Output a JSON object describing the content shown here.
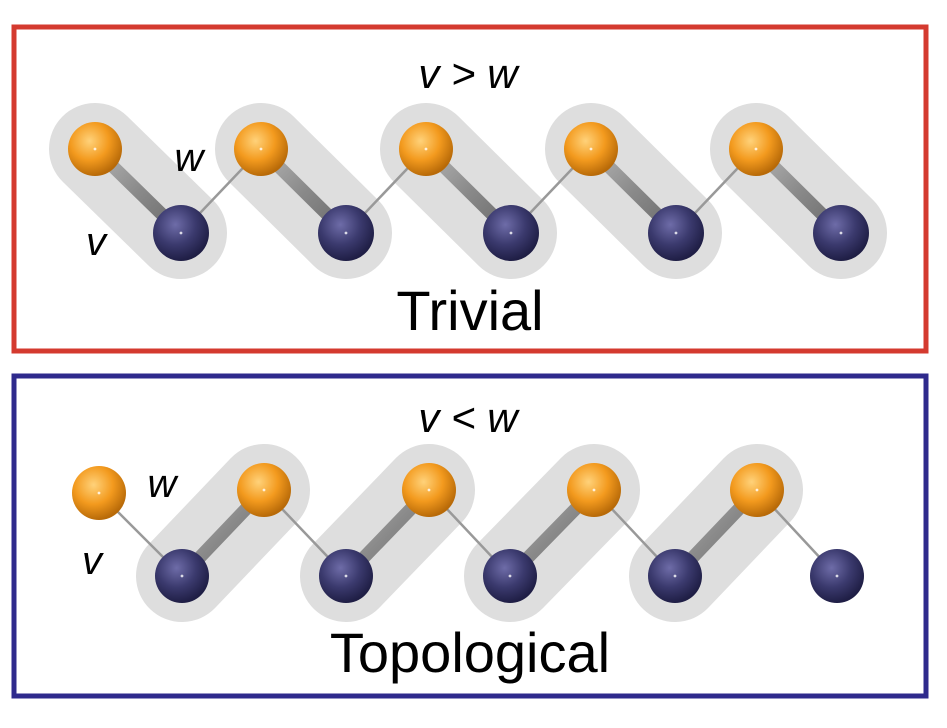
{
  "colors": {
    "trivial_frame": "#d43a2f",
    "topological_frame": "#2e2a8c",
    "site_a": "#f39a1e",
    "site_b": "#3b3a6e",
    "bond": "#8c8c8c",
    "weak_bond": "#999999",
    "dimer_shade": "#dedede"
  },
  "panels": [
    {
      "id": "trivial",
      "condition": "v > w",
      "label_v": "v",
      "label_w": "w",
      "phase_label": "Trivial",
      "dimer_pairing": "intra-cell",
      "unit_cells": 5,
      "edge_state": "none"
    },
    {
      "id": "topological",
      "condition": "v < w",
      "label_v": "v",
      "label_w": "w",
      "phase_label": "Topological",
      "dimer_pairing": "inter-cell",
      "unit_cells": 5,
      "edge_state": "unpaired end sites"
    }
  ]
}
